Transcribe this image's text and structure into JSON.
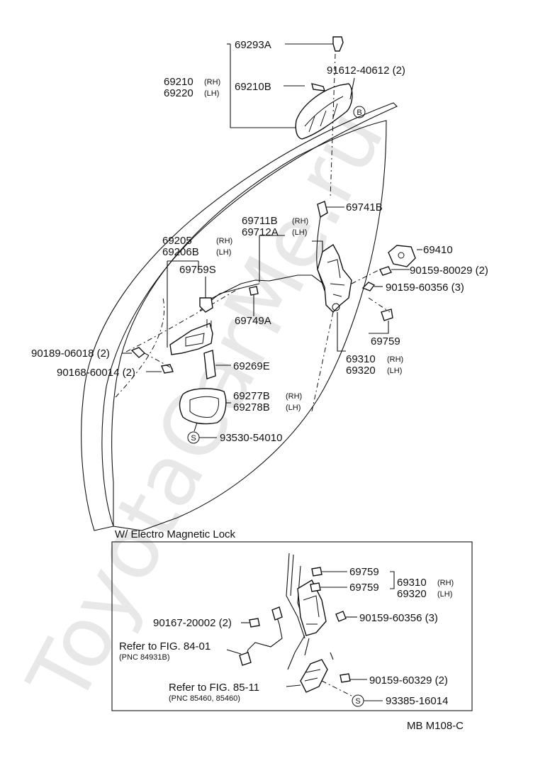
{
  "watermark": "ToyotaCarMe.ru",
  "labels": {
    "p69293A": "69293A",
    "p69210": "69210",
    "p69220": "69220",
    "rh": "(RH)",
    "lh": "(LH)",
    "p69210B": "69210B",
    "p91612": "91612-40612 (2)",
    "symB": "B",
    "p69741B": "69741B",
    "p69711B": "69711B",
    "p69712A": "69712A",
    "p69205": "69205",
    "p69206B": "69206B",
    "p69759S": "69759S",
    "p69410": "69410",
    "p90159_80029": "90159-80029 (2)",
    "p90159_60356": "90159-60356 (3)",
    "p69749A": "69749A",
    "p69759": "69759",
    "p69310": "69310",
    "p69320": "69320",
    "p90189": "90189-06018 (2)",
    "p90168": "90168-60014 (2)",
    "p69269E": "69269E",
    "p69277B": "69277B",
    "p69278B": "69278B",
    "symS": "S",
    "p93530": "93530-54010"
  },
  "inset": {
    "title": "W/ Electro Magnetic Lock",
    "p69759a": "69759",
    "p69759b": "69759",
    "p69310": "69310",
    "p69320": "69320",
    "rh": "(RH)",
    "lh": "(LH)",
    "p90167": "90167-20002 (2)",
    "p90159_60356": "90159-60356 (3)",
    "ref84": "Refer to FIG. 84-01",
    "pnc84": "(PNC 84931B)",
    "ref85": "Refer to FIG. 85-11",
    "pnc85": "(PNC 85460, 85460)",
    "p90159_60329": "90159-60329 (2)",
    "symS": "S",
    "p93385": "93385-16014"
  },
  "footer": "MB  M108-C"
}
